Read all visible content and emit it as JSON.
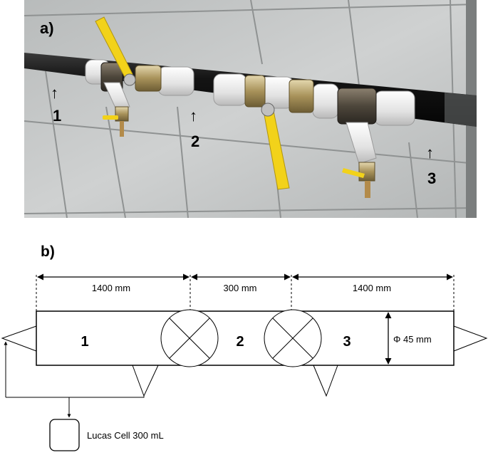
{
  "panel_a": {
    "label": "a)",
    "markers": [
      {
        "arrow": "↑",
        "number": "1"
      },
      {
        "arrow": "↑",
        "number": "2"
      },
      {
        "arrow": "↑",
        "number": "3"
      }
    ],
    "colors": {
      "pipe": "#1b1b1b",
      "valve_handle": "#f2d21a",
      "tile": "#c9cbcb",
      "grout": "#8f9292",
      "brass": "#b9a46a",
      "tape": "#ececec"
    }
  },
  "panel_b": {
    "label": "b)",
    "dimensions": {
      "section1_length": "1400 mm",
      "valve_spacing": "300 mm",
      "section3_length": "1400 mm",
      "diameter": "Φ 45 mm"
    },
    "sections": [
      "1",
      "2",
      "3"
    ],
    "lucas_cell": "Lucas Cell 300 mL"
  }
}
